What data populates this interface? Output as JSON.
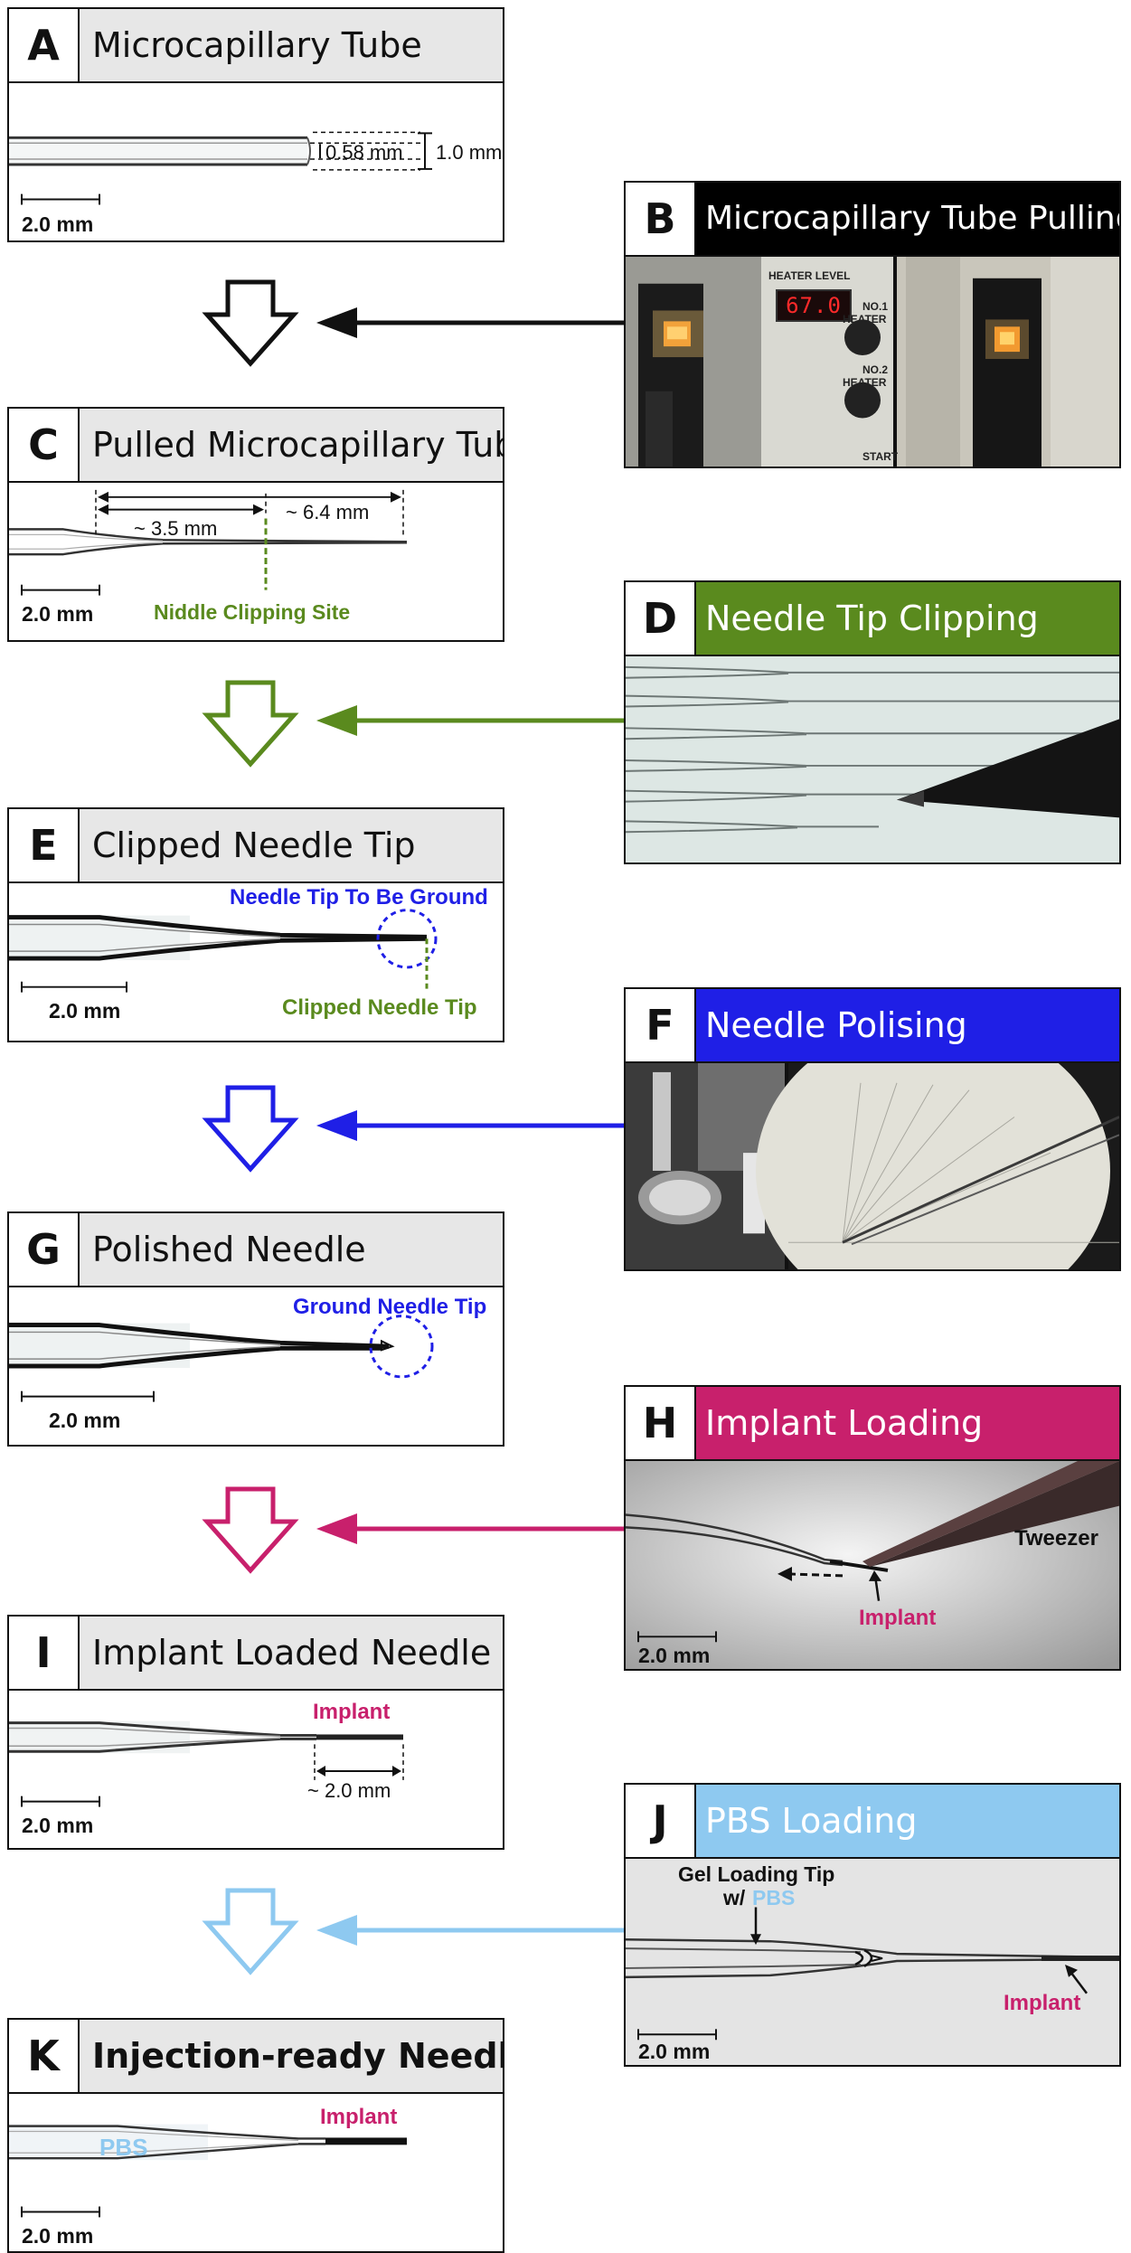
{
  "panels": {
    "A": {
      "letter": "A",
      "title": "Microcapillary Tube",
      "dim_inner": "0.58 mm",
      "dim_outer": "1.0 mm",
      "scale": "2.0 mm"
    },
    "B": {
      "letter": "B",
      "title": "Microcapillary Tube Pulling",
      "heater_label": "HEATER LEVEL",
      "heater_value": "67.0",
      "label_no1": "NO.1",
      "label_heater1": "HEATER",
      "label_no2": "NO.2",
      "label_heater2": "HEATER",
      "label_start": "START"
    },
    "C": {
      "letter": "C",
      "title": "Pulled Microcapillary Tube",
      "dim_short": "~ 3.5 mm",
      "dim_long": "~ 6.4 mm",
      "site_label": "Niddle Clipping Site",
      "scale": "2.0 mm"
    },
    "D": {
      "letter": "D",
      "title": "Needle Tip Clipping"
    },
    "E": {
      "letter": "E",
      "title": "Clipped Needle Tip",
      "ground_label": "Needle Tip To Be Ground",
      "clipped_label": "Clipped Needle Tip",
      "scale": "2.0 mm"
    },
    "F": {
      "letter": "F",
      "title": "Needle Polising"
    },
    "G": {
      "letter": "G",
      "title": "Polished Needle",
      "ground_label": "Ground Needle Tip",
      "scale": "2.0 mm"
    },
    "H": {
      "letter": "H",
      "title": "Implant Loading",
      "tweezer_label": "Tweezer",
      "implant_label": "Implant",
      "scale": "2.0 mm"
    },
    "I": {
      "letter": "I",
      "title": "Implant Loaded Needle",
      "implant_label": "Implant",
      "dim_label": "~ 2.0 mm",
      "scale": "2.0 mm"
    },
    "J": {
      "letter": "J",
      "title": "PBS Loading",
      "gel_label_line1": "Gel Loading Tip",
      "gel_label_w": "w/",
      "gel_label_pbs": "PBS",
      "implant_label": "Implant",
      "scale": "2.0 mm"
    },
    "K": {
      "letter": "K",
      "title": "Injection-ready Needle",
      "pbs_label": "PBS",
      "implant_label": "Implant",
      "scale": "2.0 mm"
    }
  },
  "colors": {
    "black": "#111111",
    "green": "#5a8a1e",
    "blue": "#1f1fe6",
    "magenta": "#c8206c",
    "lightblue": "#8ec9f0"
  }
}
